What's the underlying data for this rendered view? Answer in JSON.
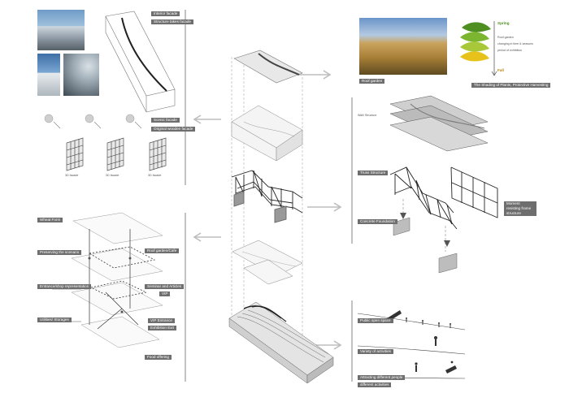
{
  "colors": {
    "tag_bg": "#6e6e6e",
    "line": "#b5b5b5",
    "accent_green": "#6aa12a",
    "accent_yellow": "#e6c21b"
  },
  "top_left": {
    "tag_facade": "Interior facade",
    "tag_structure": "Structure takes facade"
  },
  "mid_left": {
    "tag_scenic": "Scenic facade",
    "tag_wooden": "Original wooden facade",
    "panel_labels": [
      "3D facade",
      "3D facade",
      "3D facade"
    ]
  },
  "bottom_left": {
    "tags": [
      "Wheat Form",
      "Preserving the scenario",
      "Entrance/shop representation",
      "Utilities/ Storages",
      "Roof garden/Cafe",
      "Seminar and Articles",
      "VIP",
      "VIP Entrance",
      "Exhibition Exit",
      "Food offering"
    ]
  },
  "top_right": {
    "tag_roof": "Roof garden",
    "season_top": "Spring",
    "season_mid": [
      "Roof garden",
      "changing in time & seasons",
      "period of exhibition"
    ],
    "season_bottom": "Fall",
    "caption": "The Shading of Plants, Protective Harvesting"
  },
  "mid_right": {
    "tag_top": "Wall/ Structure",
    "tag_truss": "Truss Structure",
    "tag_concrete": "Concrete Foundation",
    "tag_moment": "Moment resisting frame structure"
  },
  "bottom_right": {
    "tags": [
      "Public open space",
      "Variety of activities",
      "Attracting different people",
      "different activities"
    ]
  }
}
